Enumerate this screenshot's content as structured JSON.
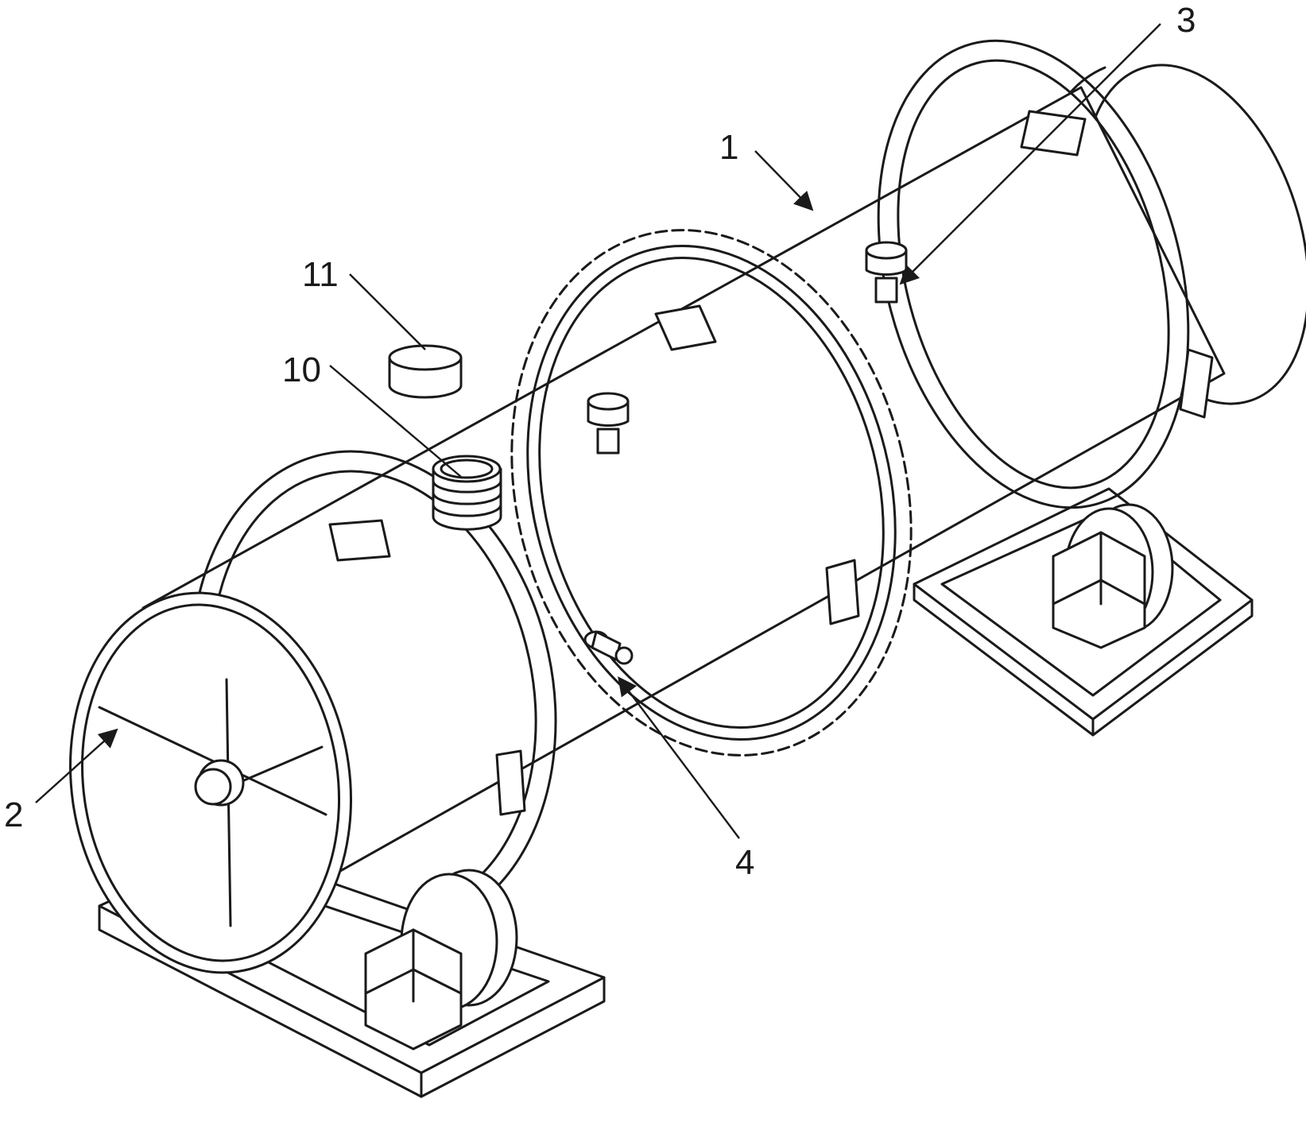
{
  "callouts": [
    {
      "id": "c1",
      "text": "1"
    },
    {
      "id": "c2",
      "text": "2"
    },
    {
      "id": "c3",
      "text": "3"
    },
    {
      "id": "c4",
      "text": "4"
    },
    {
      "id": "c10",
      "text": "10"
    },
    {
      "id": "c11",
      "text": "11"
    }
  ],
  "colors": {
    "line": "#1a1a1a",
    "background": "#ffffff"
  }
}
